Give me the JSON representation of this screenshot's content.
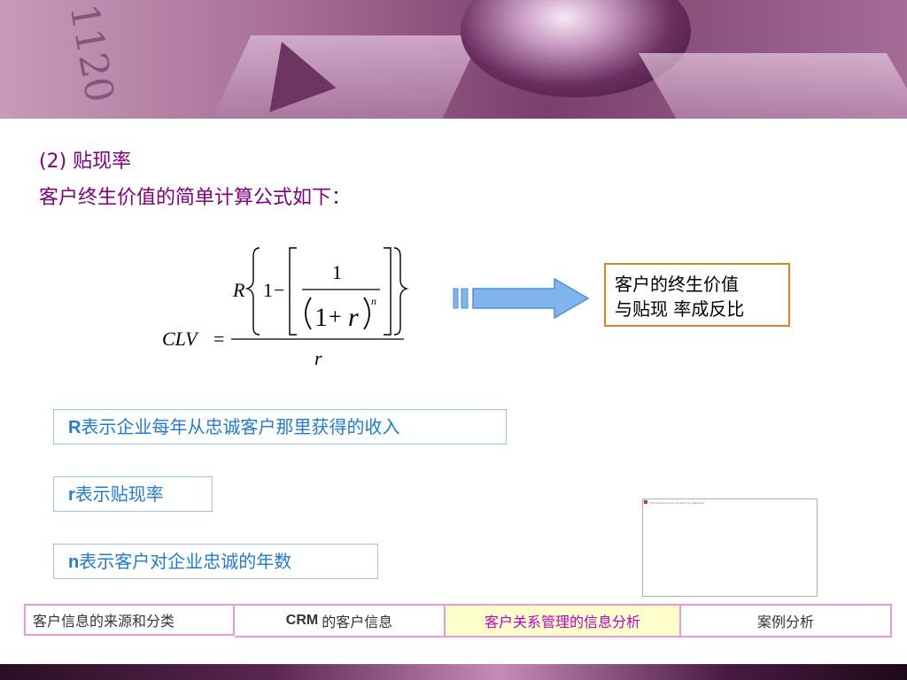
{
  "heading": {
    "line1": "(2) 贴现率",
    "line2": "客户终生价值的简单计算公式如下："
  },
  "formula": {
    "lhs": "CLV",
    "equals": "=",
    "R": "R",
    "one": "1",
    "minus": "−",
    "frac_num": "1",
    "base_one": "1",
    "plus": "+",
    "r": "r",
    "n": "n",
    "denominator": "r"
  },
  "note": {
    "line1": "客户的终生价值",
    "line2": "与贴现 率成反比"
  },
  "definitions": [
    {
      "symbol": "R",
      "text": "表示企业每年从忠诚客户那里获得的收入"
    },
    {
      "symbol": "r",
      "text": "表示贴现率"
    },
    {
      "symbol": "n",
      "text": "表示客户对企业忠诚的年数"
    }
  ],
  "placeholder": {
    "caption": "This image cannot currently be displayed."
  },
  "nav": {
    "tab0": "客户信息的来源和分类",
    "tab1_strong": "CRM",
    "tab1_rest": "的客户信息",
    "tab2": "客户关系管理的信息分析",
    "tab3": "案例分析"
  },
  "colors": {
    "heading": "#800080",
    "note_border": "#e67e22",
    "definition_text": "#1f7ad8",
    "definition_border": "#9cc3e6",
    "nav_border": "#e79ad7",
    "nav_active_bg": "#ffffcc",
    "nav_active_text": "#c000c0",
    "arrow_fill": "#7fb4ec",
    "arrow_stroke": "#4a90d9"
  }
}
